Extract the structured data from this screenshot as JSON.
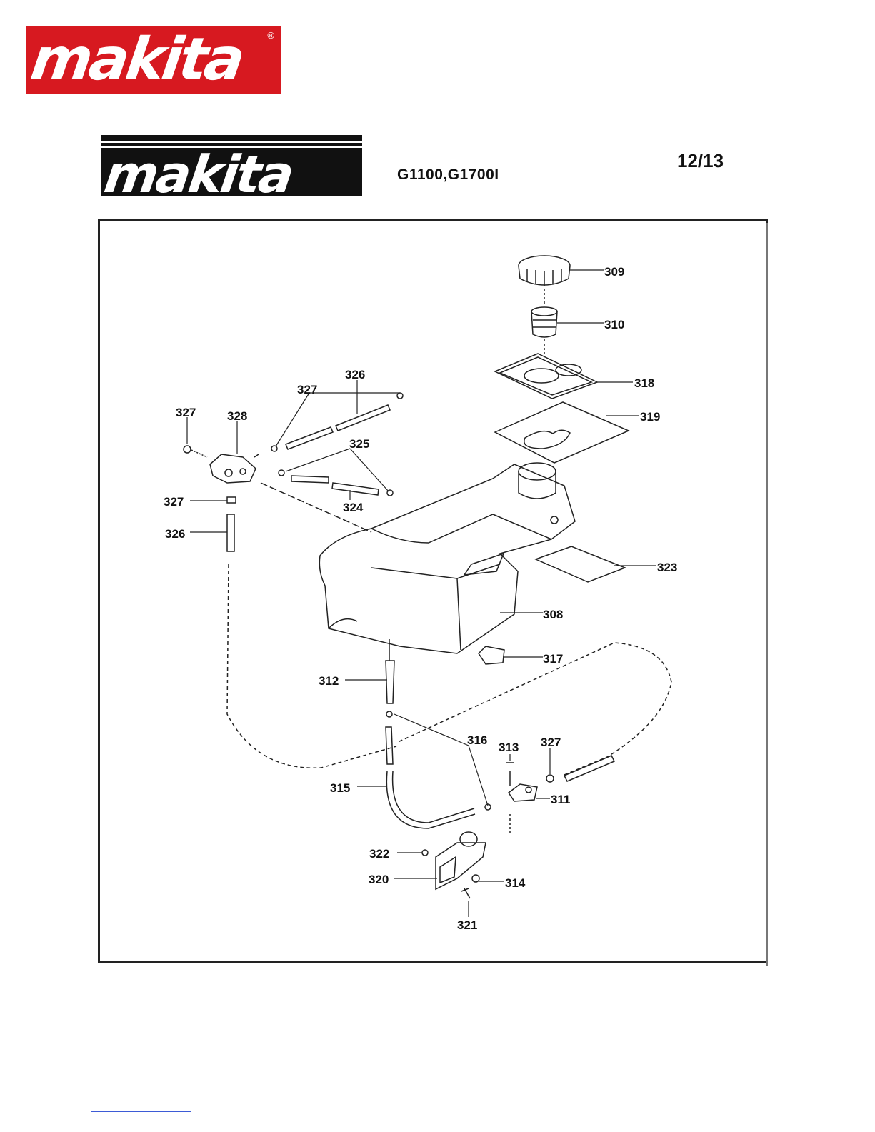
{
  "brand": {
    "logo_text": "makita",
    "registered_mark": "®",
    "brand_red": "#d71920"
  },
  "header": {
    "logo_text": "makita",
    "model": "G1100,G1700I",
    "page": "12/13"
  },
  "diagram": {
    "callouts": [
      "309",
      "310",
      "318",
      "319",
      "326",
      "327",
      "327",
      "328",
      "324",
      "325",
      "327",
      "326",
      "323",
      "308",
      "317",
      "312",
      "316",
      "313",
      "327",
      "315",
      "311",
      "322",
      "320",
      "314",
      "321"
    ]
  }
}
